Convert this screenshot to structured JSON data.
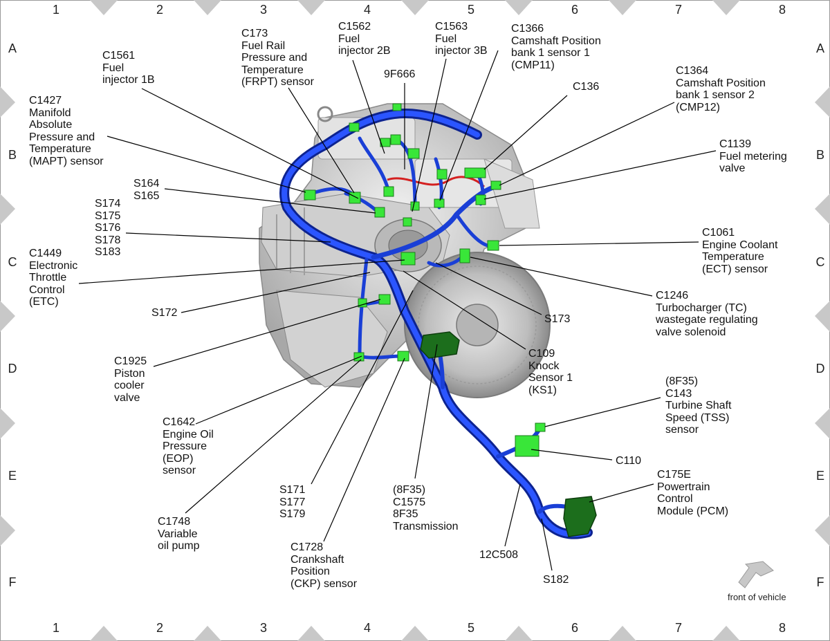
{
  "grid": {
    "columns": [
      "1",
      "2",
      "3",
      "4",
      "5",
      "6",
      "7",
      "8"
    ],
    "rows": [
      "A",
      "B",
      "C",
      "D",
      "E",
      "F"
    ]
  },
  "callouts": {
    "c1561": "C1561\nFuel\ninjector 1B",
    "c173": "C173\nFuel Rail\nPressure and\nTemperature\n(FRPT) sensor",
    "c1562": "C1562\nFuel\ninjector 2B",
    "c1563": "C1563\nFuel\ninjector 3B",
    "c1366": "C1366\nCamshaft Position\nbank 1 sensor 1\n(CMP11)",
    "c9f666": "9F666",
    "c136": "C136",
    "c1364": "C1364\nCamshaft Position\nbank 1 sensor 2\n(CMP12)",
    "c1427": "C1427\nManifold\nAbsolute\nPressure and\nTemperature\n(MAPT) sensor",
    "c1139": "C1139\nFuel metering\nvalve",
    "s164": "S164\nS165",
    "s174": "S174\nS175\nS176\nS178\nS183",
    "c1061": "C1061\nEngine Coolant\nTemperature\n(ECT) sensor",
    "c1449": "C1449\nElectronic\nThrottle\nControl\n(ETC)",
    "c1246": "C1246\nTurbocharger (TC)\nwastegate regulating\nvalve solenoid",
    "s172": "S172",
    "s173": "S173",
    "c109": "C109\nKnock\nSensor 1\n(KS1)",
    "c1925": "C1925\nPiston\ncooler\nvalve",
    "c143": "(8F35)\nC143\nTurbine Shaft\nSpeed (TSS)\nsensor",
    "c1642": "C1642\nEngine Oil\nPressure\n(EOP)\nsensor",
    "c110": "C110",
    "s171": "S171\nS177\nS179",
    "c1575": "(8F35)\nC1575\n8F35\nTransmission",
    "c175e": "C175E\nPowertrain\nControl\nModule (PCM)",
    "c1748": "C1748\nVariable\noil pump",
    "c12c508": "12C508",
    "c1728": "C1728\nCrankshaft\nPosition\n(CKP) sensor",
    "s182": "S182"
  },
  "front_of_vehicle": "front of vehicle",
  "colors": {
    "harness": "#1a3fd6",
    "harness_dark": "#0d2390",
    "connector": "#39e639",
    "connector_dark": "#1c7a1c",
    "engine": "#d8d8d8",
    "engine_dark": "#9c9c9c",
    "red_wire": "#d42020",
    "frame": "#c8c8c8"
  }
}
